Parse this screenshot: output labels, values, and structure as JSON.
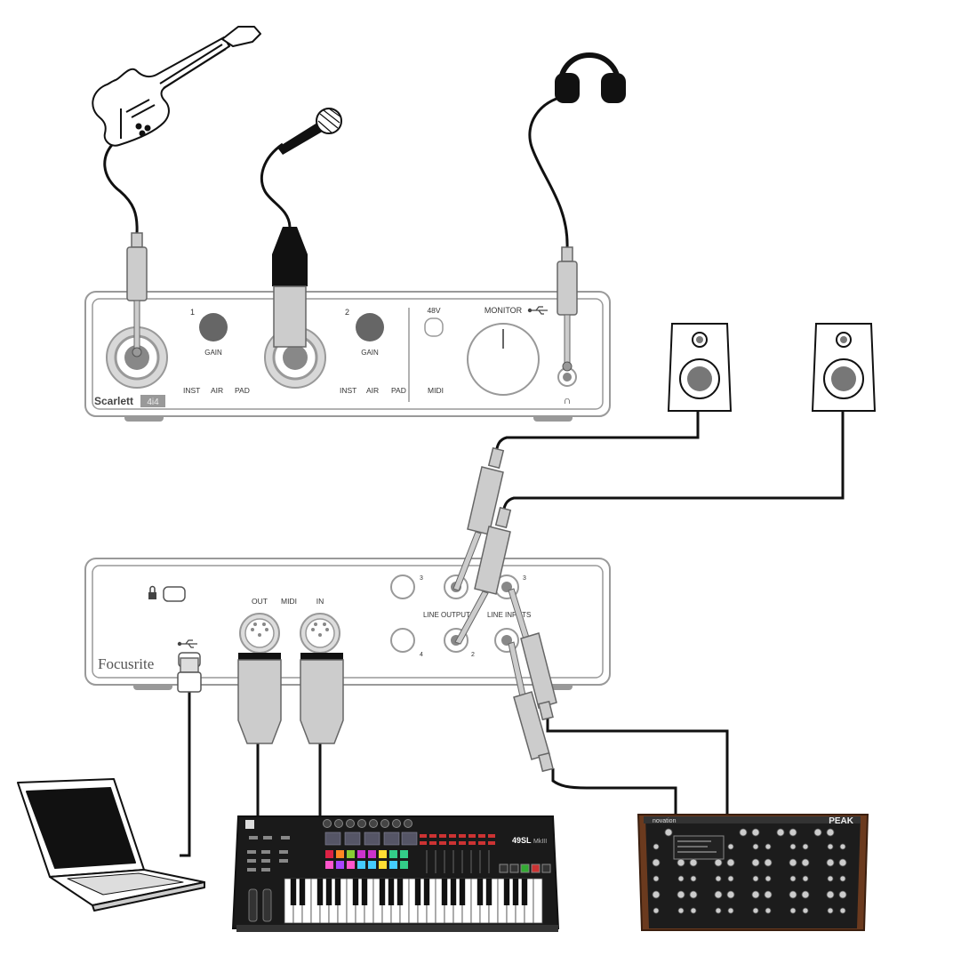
{
  "front_panel": {
    "brand": "Scarlett",
    "model": "4i4",
    "channel_1": "1",
    "channel_2": "2",
    "gain_1": "GAIN",
    "gain_2": "GAIN",
    "inst_1": "INST",
    "air_1": "AIR",
    "pad_1": "PAD",
    "inst_2": "INST",
    "air_2": "AIR",
    "pad_2": "PAD",
    "phantom": "48V",
    "midi": "MIDI",
    "monitor": "MONITOR"
  },
  "rear_panel": {
    "brand": "Focusrite",
    "midi_out": "OUT",
    "midi": "MIDI",
    "midi_in": "IN",
    "line_outputs": "LINE OUTPUTS",
    "line_inputs": "LINE INPUTS",
    "out_3": "3",
    "out_4": "4",
    "out_2": "2",
    "in_3": "3"
  },
  "keyboard": {
    "model": "49SL",
    "version": "MkIII"
  },
  "synth": {
    "brand": "novation",
    "model": "PEAK"
  }
}
